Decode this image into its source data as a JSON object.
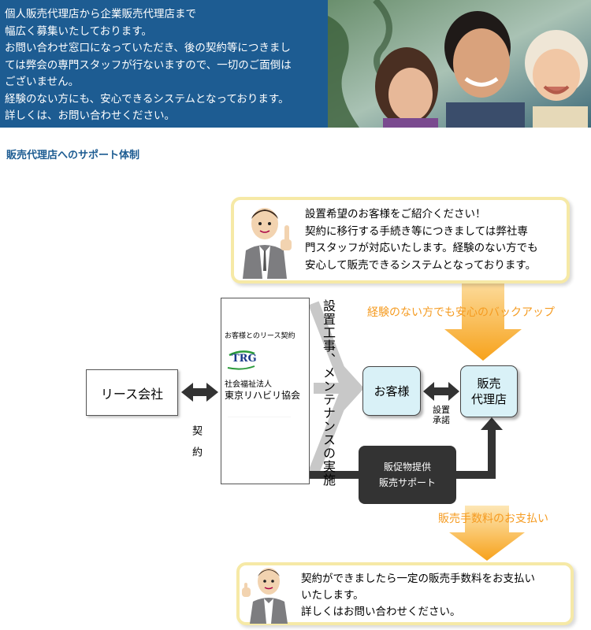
{
  "banner": {
    "lines": [
      "個人販売代理店から企業販売代理店まで",
      "幅広く募集いたしております。",
      "お問い合わせ窓口になっていただき、後の契約等につきまし",
      "ては弊会の専門スタッフが行ないますので、一切のご面倒は",
      "ございません。",
      "経験のない方にも、安心できるシステムとなっております。",
      "詳しくは、お問い合わせください。"
    ]
  },
  "section_title": "販売代理店へのサポート体制",
  "top_bubble": {
    "lines": [
      "設置希望のお客様をご紹介ください！",
      "契約に移行する手続き等につきましては弊社専",
      "門スタッフが対応いたします。経験のない方でも",
      "安心して販売できるシステムとなっております。"
    ]
  },
  "backup_label": "経験のない方でも安心のバックアップ",
  "lease_company": "リース会社",
  "contract_label": "契約",
  "association": {
    "lease_contract": "お客様とのリース契約",
    "logo": "TRG",
    "org_type": "社会福祉法人",
    "org_name": "東京リハビリ協会"
  },
  "work_label": "設置工事、メンテナンスの実施",
  "customer": "お客様",
  "approval_label": "設置承諾",
  "dealer": {
    "line1": "販売",
    "line2": "代理店"
  },
  "promo": {
    "line1": "販促物提供",
    "line2": "販売サポート"
  },
  "fee_label": "販売手数料のお支払い",
  "bottom_bubble": {
    "lines": [
      "契約ができましたら一定の販売手数料をお支払い",
      "いたします。",
      "詳しくはお問い合わせください。"
    ]
  },
  "colors": {
    "banner_bg": "#1d5c92",
    "section_title": "#1d5c92",
    "orange": "#f59b21",
    "bubble_border": "#f6e9a6",
    "node_fill": "#d9f1f7",
    "dark_box": "#333333"
  }
}
